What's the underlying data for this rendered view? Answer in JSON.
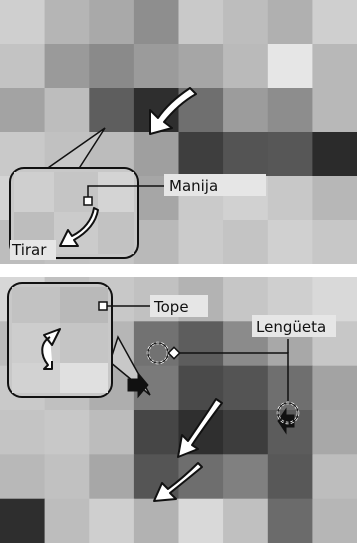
{
  "figure": {
    "panel_top": {
      "handle_label": "Manija",
      "pull_label": "Tirar",
      "handle_icon": "callout-dot-icon",
      "curved_arrow_icon": "curved-arrow-icon"
    },
    "panel_bottom": {
      "stopper_label": "Tope",
      "tab_label": "Lengüeta",
      "rotate_icon": "rotate-arrow-icon",
      "push_icon": "push-arrow-icon"
    },
    "colors": {
      "outline": "#111111",
      "arrow_fill": "#ffffff",
      "arrow_stroke": "#111111",
      "label_bg": "#e6e6e6"
    }
  }
}
